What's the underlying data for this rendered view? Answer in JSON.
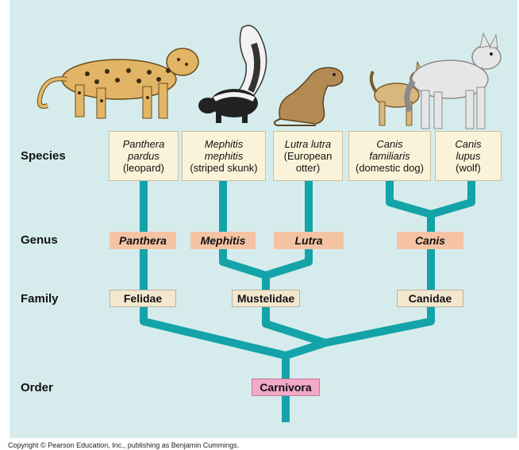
{
  "ranks": {
    "species": "Species",
    "genus": "Genus",
    "family": "Family",
    "order": "Order"
  },
  "species": [
    {
      "line1": "Panthera",
      "line2": "pardus",
      "common": "(leopard)"
    },
    {
      "line1": "Mephitis",
      "line2": "mephitis",
      "common": "(striped skunk)"
    },
    {
      "line1": "Lutra lutra",
      "line2": "(European",
      "common": "otter)"
    },
    {
      "line1": "Canis",
      "line2": "familiaris",
      "common": "(domestic dog)"
    },
    {
      "line1": "Canis",
      "line2": "lupus",
      "common": "(wolf)"
    }
  ],
  "genus": [
    "Panthera",
    "Mephitis",
    "Lutra",
    "Canis"
  ],
  "family": [
    "Felidae",
    "Mustelidae",
    "Canidae"
  ],
  "order": "Carnivora",
  "copyright": "Copyright © Pearson Education, Inc., publishing as Benjamin Cummings.",
  "colors": {
    "background": "#d6ecec",
    "branch": "#13a3a8",
    "species_box": "#fbf3d9",
    "genus_box": "#f5c3a4",
    "family_box": "#f3e7cf",
    "order_box": "#f3a9c8"
  },
  "illustrations": [
    "leopard-illustration",
    "skunk-illustration",
    "otter-illustration",
    "dog-illustration",
    "wolf-illustration"
  ]
}
